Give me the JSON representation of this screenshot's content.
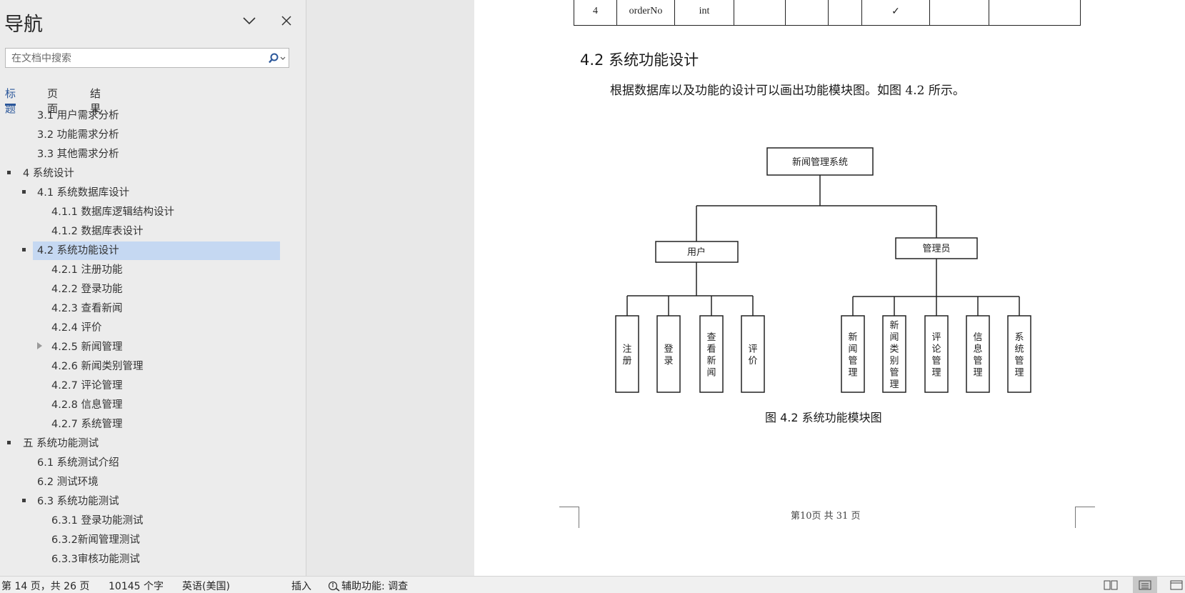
{
  "nav": {
    "title": "导航",
    "search": {
      "placeholder": "在文档中搜索"
    },
    "tabs": [
      "标题",
      "页面",
      "结果"
    ],
    "active_tab": "标题",
    "outline": [
      {
        "text": "3.1 用户需求分析"
      },
      {
        "text": "3.2 功能需求分析"
      },
      {
        "text": "3.3 其他需求分析"
      },
      {
        "text": "4 系统设计"
      },
      {
        "text": "4.1 系统数据库设计"
      },
      {
        "text": "4.1.1 数据库逻辑结构设计"
      },
      {
        "text": "4.1.2 数据库表设计"
      },
      {
        "text": "4.2 系统功能设计"
      },
      {
        "text": "4.2.1 注册功能"
      },
      {
        "text": "4.2.2 登录功能"
      },
      {
        "text": "4.2.3 查看新闻"
      },
      {
        "text": "4.2.4 评价"
      },
      {
        "text": "4.2.5 新闻管理"
      },
      {
        "text": "4.2.6 新闻类别管理"
      },
      {
        "text": "4.2.7 评论管理"
      },
      {
        "text": "4.2.8 信息管理"
      },
      {
        "text": "4.2.7 系统管理"
      },
      {
        "text": "五 系统功能测试"
      },
      {
        "text": "6.1 系统测试介绍"
      },
      {
        "text": "6.2 测试环境"
      },
      {
        "text": "6.3 系统功能测试"
      },
      {
        "text": "6.3.1 登录功能测试"
      },
      {
        "text": "6.3.2新闻管理测试"
      },
      {
        "text": "6.3.3审核功能测试"
      }
    ]
  },
  "doc": {
    "table_row": [
      "4",
      "orderNo",
      "int",
      "",
      "",
      "",
      "✓",
      "",
      ""
    ],
    "heading": "4.2  系统功能设计",
    "intro": "根据数据库以及功能的设计可以画出功能模块图。如图 4.2 所示。",
    "diagram": {
      "root": "新闻管理系统",
      "user": "用户",
      "admin": "管理员",
      "user_modules": [
        "注册",
        "登录",
        "查看新闻",
        "评价"
      ],
      "admin_modules": [
        "新闻管理",
        "新闻类别管理",
        "评论管理",
        "信息管理",
        "系统管理"
      ]
    },
    "caption": "图 4.2  系统功能模块图",
    "page_footer": "第10页  共 31 页"
  },
  "status": {
    "page": "第 14 页，共 26 页",
    "words": "10145 个字",
    "language": "英语(美国)",
    "mode": "插入",
    "accessibility": "辅助功能: 调查"
  }
}
